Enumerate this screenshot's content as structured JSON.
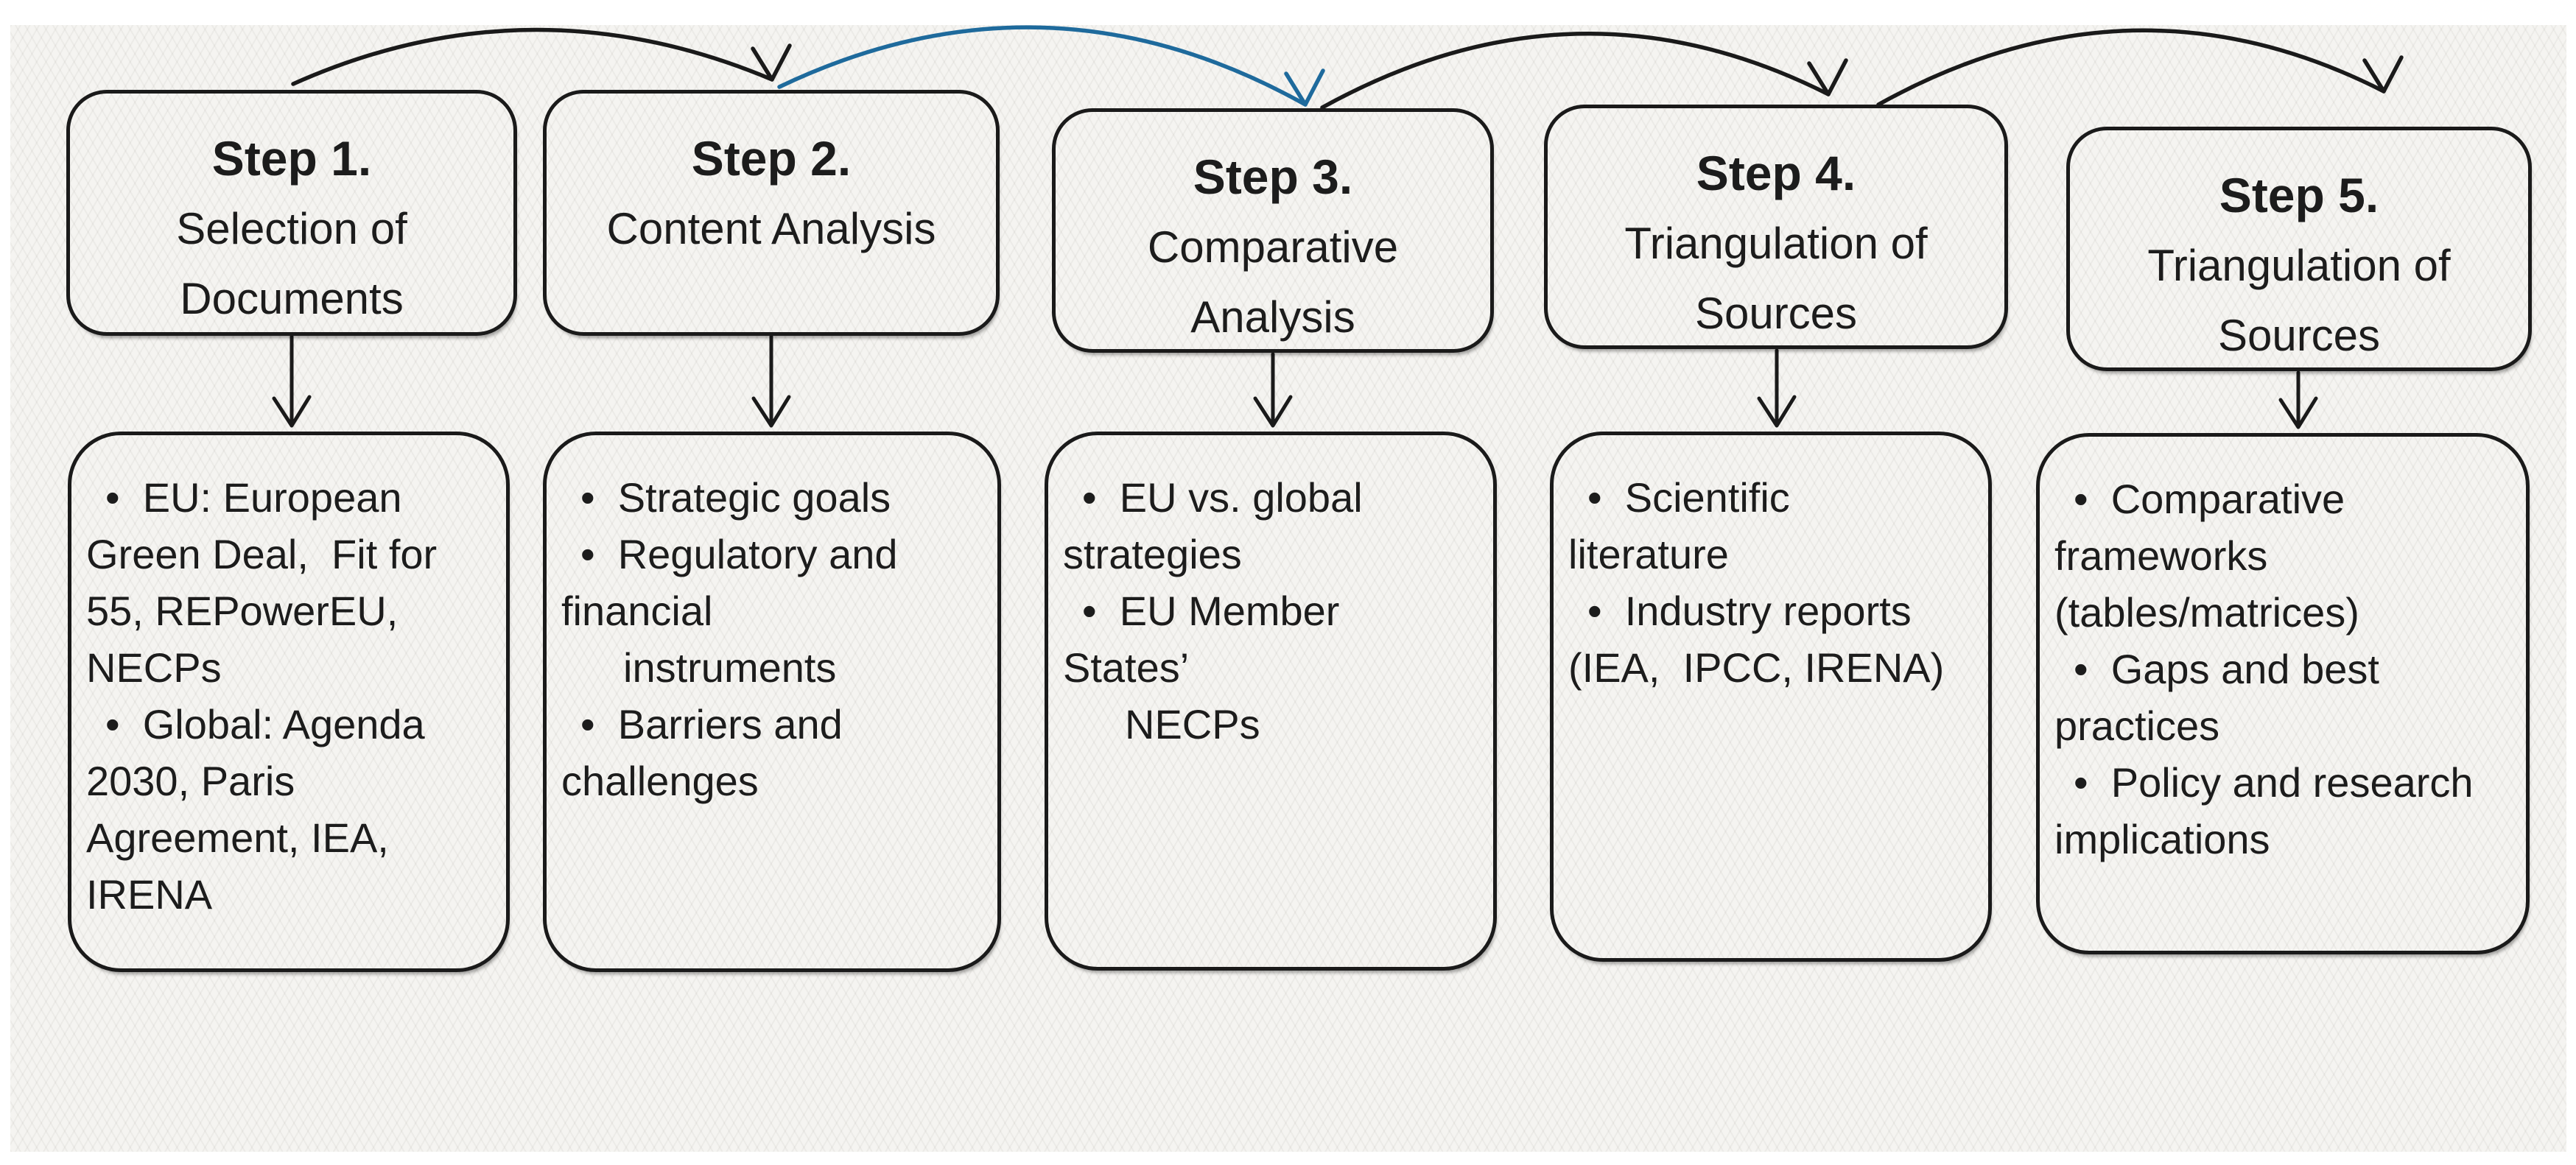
{
  "figure": {
    "bullet_char": "•",
    "colors": {
      "connector": "#1a1a1a",
      "connector_highlight": "#1e6a9c",
      "box_border": "#1a1a1a",
      "text": "#1c1c1c",
      "canvas_bg": "#f5f4f1"
    },
    "steps": [
      {
        "title": "Step 1.",
        "subtitle_lines": [
          "Selection of",
          "Documents"
        ],
        "detail_lines": [
          "•  EU: European",
          "Green Deal,  Fit for",
          "55, REPowerEU,",
          "NECPs",
          "•  Global: Agenda",
          "2030, Paris",
          "Agreement, IEA,",
          "IRENA"
        ]
      },
      {
        "title": "Step 2.",
        "subtitle_lines": [
          "Content Analysis"
        ],
        "detail_lines": [
          "•  Strategic goals",
          "•  Regulatory and",
          "financial",
          "instruments",
          "•  Barriers and",
          "challenges"
        ]
      },
      {
        "title": "Step 3.",
        "subtitle_lines": [
          "Comparative",
          "Analysis"
        ],
        "detail_lines": [
          "•  EU vs. global",
          "strategies",
          "•  EU Member",
          "States’",
          "NECPs"
        ]
      },
      {
        "title": "Step 4.",
        "subtitle_lines": [
          "Triangulation of",
          "Sources"
        ],
        "detail_lines": [
          "•  Scientific",
          "literature",
          "•  Industry reports",
          "(IEA,  IPCC, IRENA)"
        ]
      },
      {
        "title": "Step 5.",
        "subtitle_lines": [
          "Triangulation of",
          "Sources"
        ],
        "detail_lines": [
          "•  Comparative",
          "frameworks",
          "(tables/matrices)",
          "•  Gaps and best",
          "practices",
          "•  Policy and research",
          "implications"
        ]
      }
    ]
  }
}
